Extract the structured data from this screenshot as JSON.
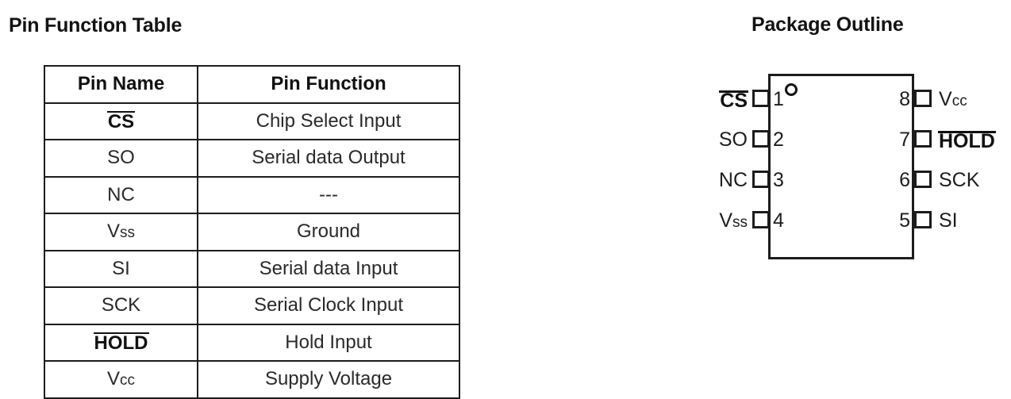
{
  "page": {
    "background": "#ffffff",
    "ink": "#1c1c1c"
  },
  "pin_function_table": {
    "title": "Pin Function Table",
    "columns": [
      "Pin Name",
      "Pin Function"
    ],
    "rows": [
      {
        "name": "CS",
        "overline": true,
        "function": "Chip Select Input"
      },
      {
        "name": "SO",
        "overline": false,
        "function": "Serial data Output"
      },
      {
        "name": "NC",
        "overline": false,
        "function": "---"
      },
      {
        "name": "Vss",
        "overline": false,
        "function": "Ground"
      },
      {
        "name": "SI",
        "overline": false,
        "function": "Serial data Input"
      },
      {
        "name": "SCK",
        "overline": false,
        "function": "Serial Clock Input"
      },
      {
        "name": "HOLD",
        "overline": true,
        "function": "Hold Input"
      },
      {
        "name": "Vcc",
        "overline": false,
        "function": "Supply Voltage"
      }
    ]
  },
  "package_outline": {
    "title": "Package Outline",
    "pin1_marker": "pin-one-dot",
    "left_pins": [
      {
        "number": "1",
        "label": "CS",
        "overline": true
      },
      {
        "number": "2",
        "label": "SO",
        "overline": false
      },
      {
        "number": "3",
        "label": "NC",
        "overline": false
      },
      {
        "number": "4",
        "label": "Vss",
        "overline": false
      }
    ],
    "right_pins": [
      {
        "number": "8",
        "label": "Vcc",
        "overline": false
      },
      {
        "number": "7",
        "label": "HOLD",
        "overline": true
      },
      {
        "number": "6",
        "label": "SCK",
        "overline": false
      },
      {
        "number": "5",
        "label": "SI",
        "overline": false
      }
    ]
  }
}
